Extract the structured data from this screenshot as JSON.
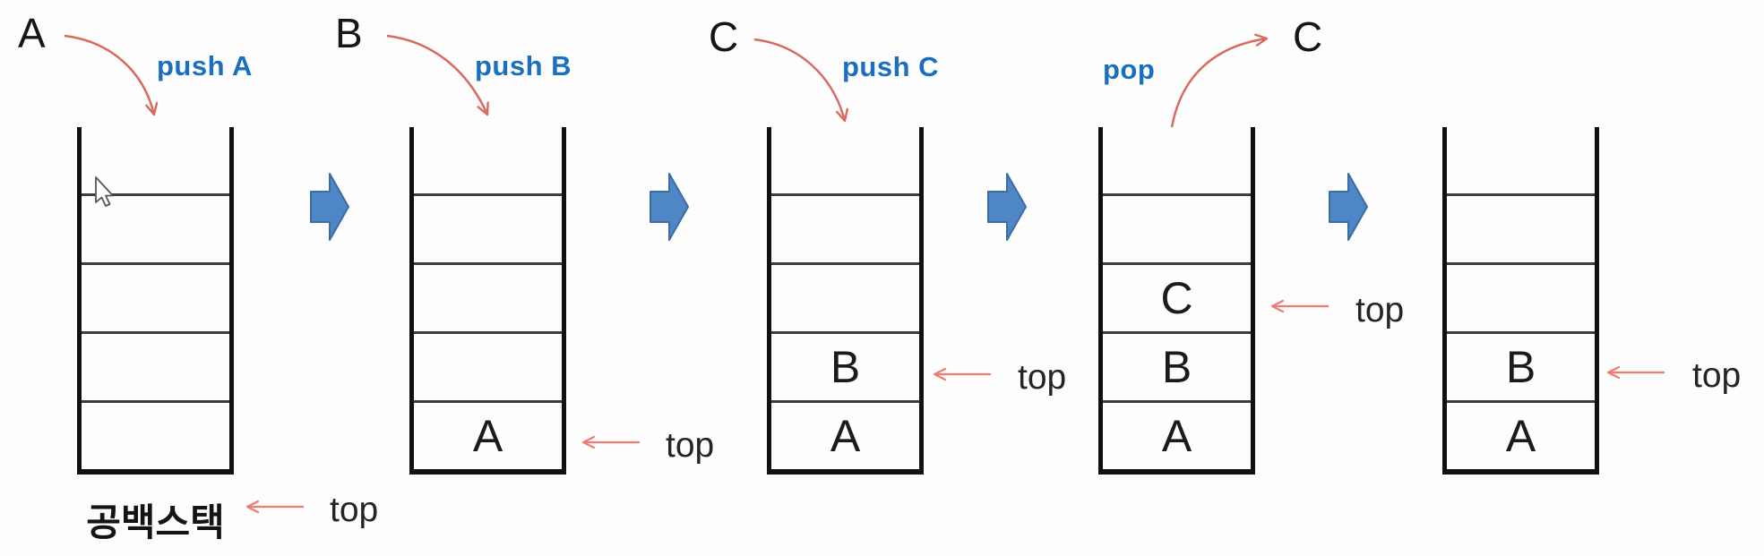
{
  "figure": {
    "caption": "공백스택",
    "colors": {
      "operation_blue": "#1a6fc0",
      "block_arrow_blue": "#4e86c6",
      "curved_arrow_red": "#d96a5f",
      "pointer_arrow_red": "#ee7c72",
      "stack_line_black": "#111111"
    }
  },
  "panels": [
    {
      "item": "A",
      "operation": "push A",
      "cells": [
        "",
        "",
        "",
        "",
        ""
      ],
      "top_label": "top",
      "caption": "공백스택"
    },
    {
      "item": "B",
      "operation": "push B",
      "cells": [
        "",
        "",
        "",
        "",
        "A"
      ],
      "top_label": "top"
    },
    {
      "item": "C",
      "operation": "push C",
      "cells": [
        "",
        "",
        "",
        "B",
        "A"
      ],
      "top_label": "top"
    },
    {
      "item": "C",
      "operation": "pop",
      "cells": [
        "",
        "",
        "C",
        "B",
        "A"
      ],
      "top_label": "top"
    },
    {
      "cells": [
        "",
        "",
        "",
        "B",
        "A"
      ],
      "top_label": "top"
    }
  ]
}
